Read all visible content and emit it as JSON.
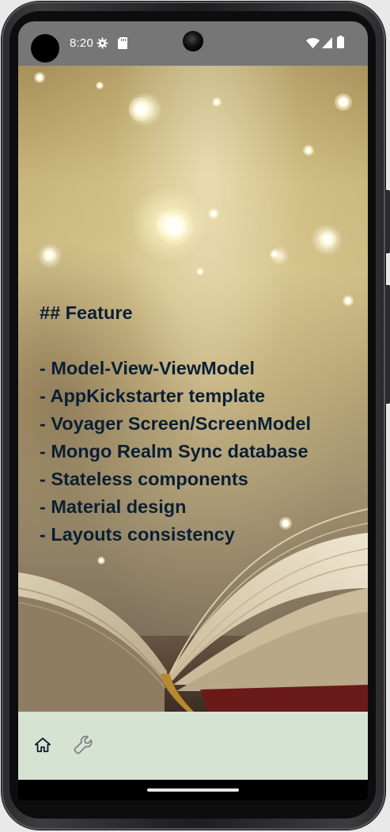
{
  "status_bar": {
    "time": "8:20",
    "icons": [
      "settings-gear-icon",
      "sd-card-icon",
      "wifi-icon",
      "signal-icon",
      "battery-icon"
    ]
  },
  "content": {
    "background": "open-book-with-golden-bokeh-photo",
    "feature_title": "## Feature",
    "features": [
      "- Model-View-ViewModel",
      "- AppKickstarter template",
      "- Voyager Screen/ScreenModel",
      "- Mongo Realm Sync database",
      "- Stateless components",
      "- Material design",
      "- Layouts consistency"
    ]
  },
  "bottom_nav": {
    "items": [
      {
        "icon": "home-icon",
        "selected": true
      },
      {
        "icon": "wrench-icon",
        "selected": false
      }
    ]
  },
  "colors": {
    "text": "#0b1f33",
    "nav_background": "#d6e3d2",
    "status_bar": "#767676"
  }
}
